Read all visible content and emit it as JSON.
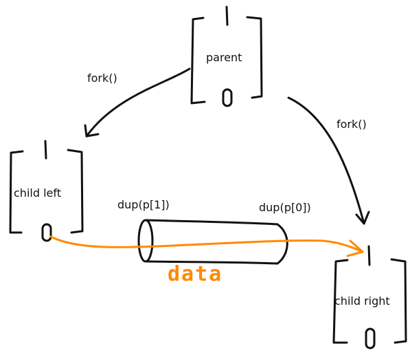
{
  "processes": {
    "parent": {
      "label": "parent",
      "top_fd": "1",
      "bottom_fd": "0"
    },
    "child_left": {
      "label": "child left",
      "top_fd": "1",
      "bottom_fd": "0"
    },
    "child_right": {
      "label": "child right",
      "top_fd": "1",
      "bottom_fd": "0"
    }
  },
  "edges": {
    "fork_left": "fork()",
    "fork_right": "fork()"
  },
  "pipe": {
    "write_end": "dup(p[1])",
    "read_end": "dup(p[0])",
    "flow_label": "data"
  },
  "colors": {
    "ink": "#111111",
    "data_flow": "#ff8a00"
  }
}
